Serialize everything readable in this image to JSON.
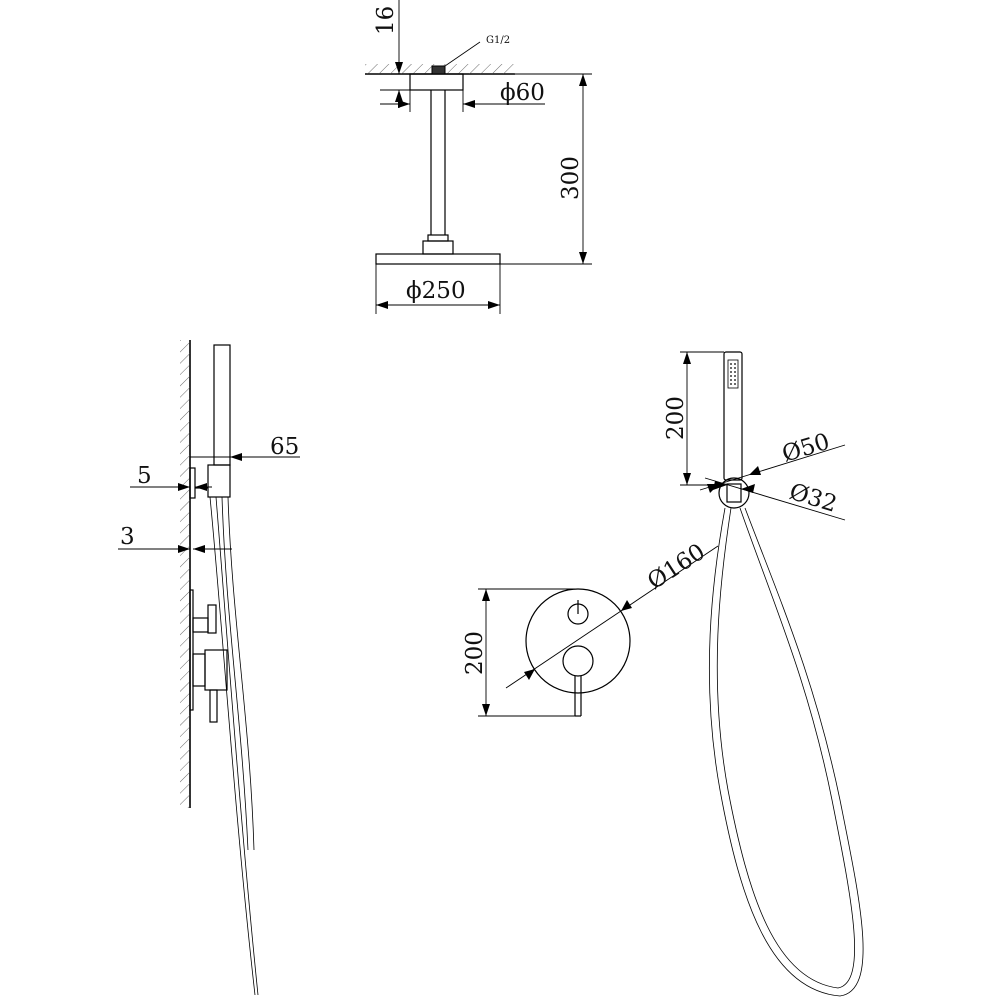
{
  "ceiling_arm": {
    "thread_label": "G1/2",
    "flange_thickness": "16",
    "flange_diameter": "ϕ60",
    "arm_length": "300",
    "head_diameter": "ϕ250"
  },
  "side_view": {
    "handset_projection": "65",
    "gap": "5",
    "plate_thickness": "3"
  },
  "hand_shower": {
    "handle_length": "200",
    "holder_outer_diameter": "Ø50",
    "holder_inner_diameter": "Ø32"
  },
  "mixer": {
    "plate_diameter": "Ø160",
    "plate_height": "200"
  }
}
